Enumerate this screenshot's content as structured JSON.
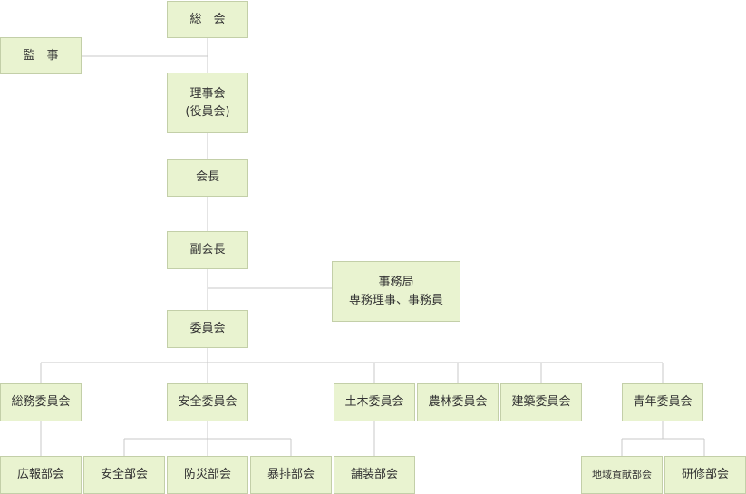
{
  "org": {
    "general_meeting": "総　会",
    "auditor": "監　事",
    "board": "理事会\n(役員会)",
    "chairman": "会長",
    "vice_chairman": "副会長",
    "secretariat": "事務局\n専務理事、事務員",
    "committee": "委員会",
    "committees": {
      "general_affairs": "総務委員会",
      "safety": "安全委員会",
      "civil_engineering": "土木委員会",
      "agriculture_forestry": "農林委員会",
      "construction": "建築委員会",
      "youth": "青年委員会"
    },
    "sections": {
      "public_relations": "広報部会",
      "safety": "安全部会",
      "disaster_prevention": "防災部会",
      "anti_crime": "暴排部会",
      "paving": "舗装部会",
      "community": "地域貢献部会",
      "training": "研修部会"
    }
  },
  "colors": {
    "box_fill": "#e9f3d0",
    "box_border": "#c3cfa8",
    "connector": "#c8c8c8",
    "text": "#333333"
  }
}
